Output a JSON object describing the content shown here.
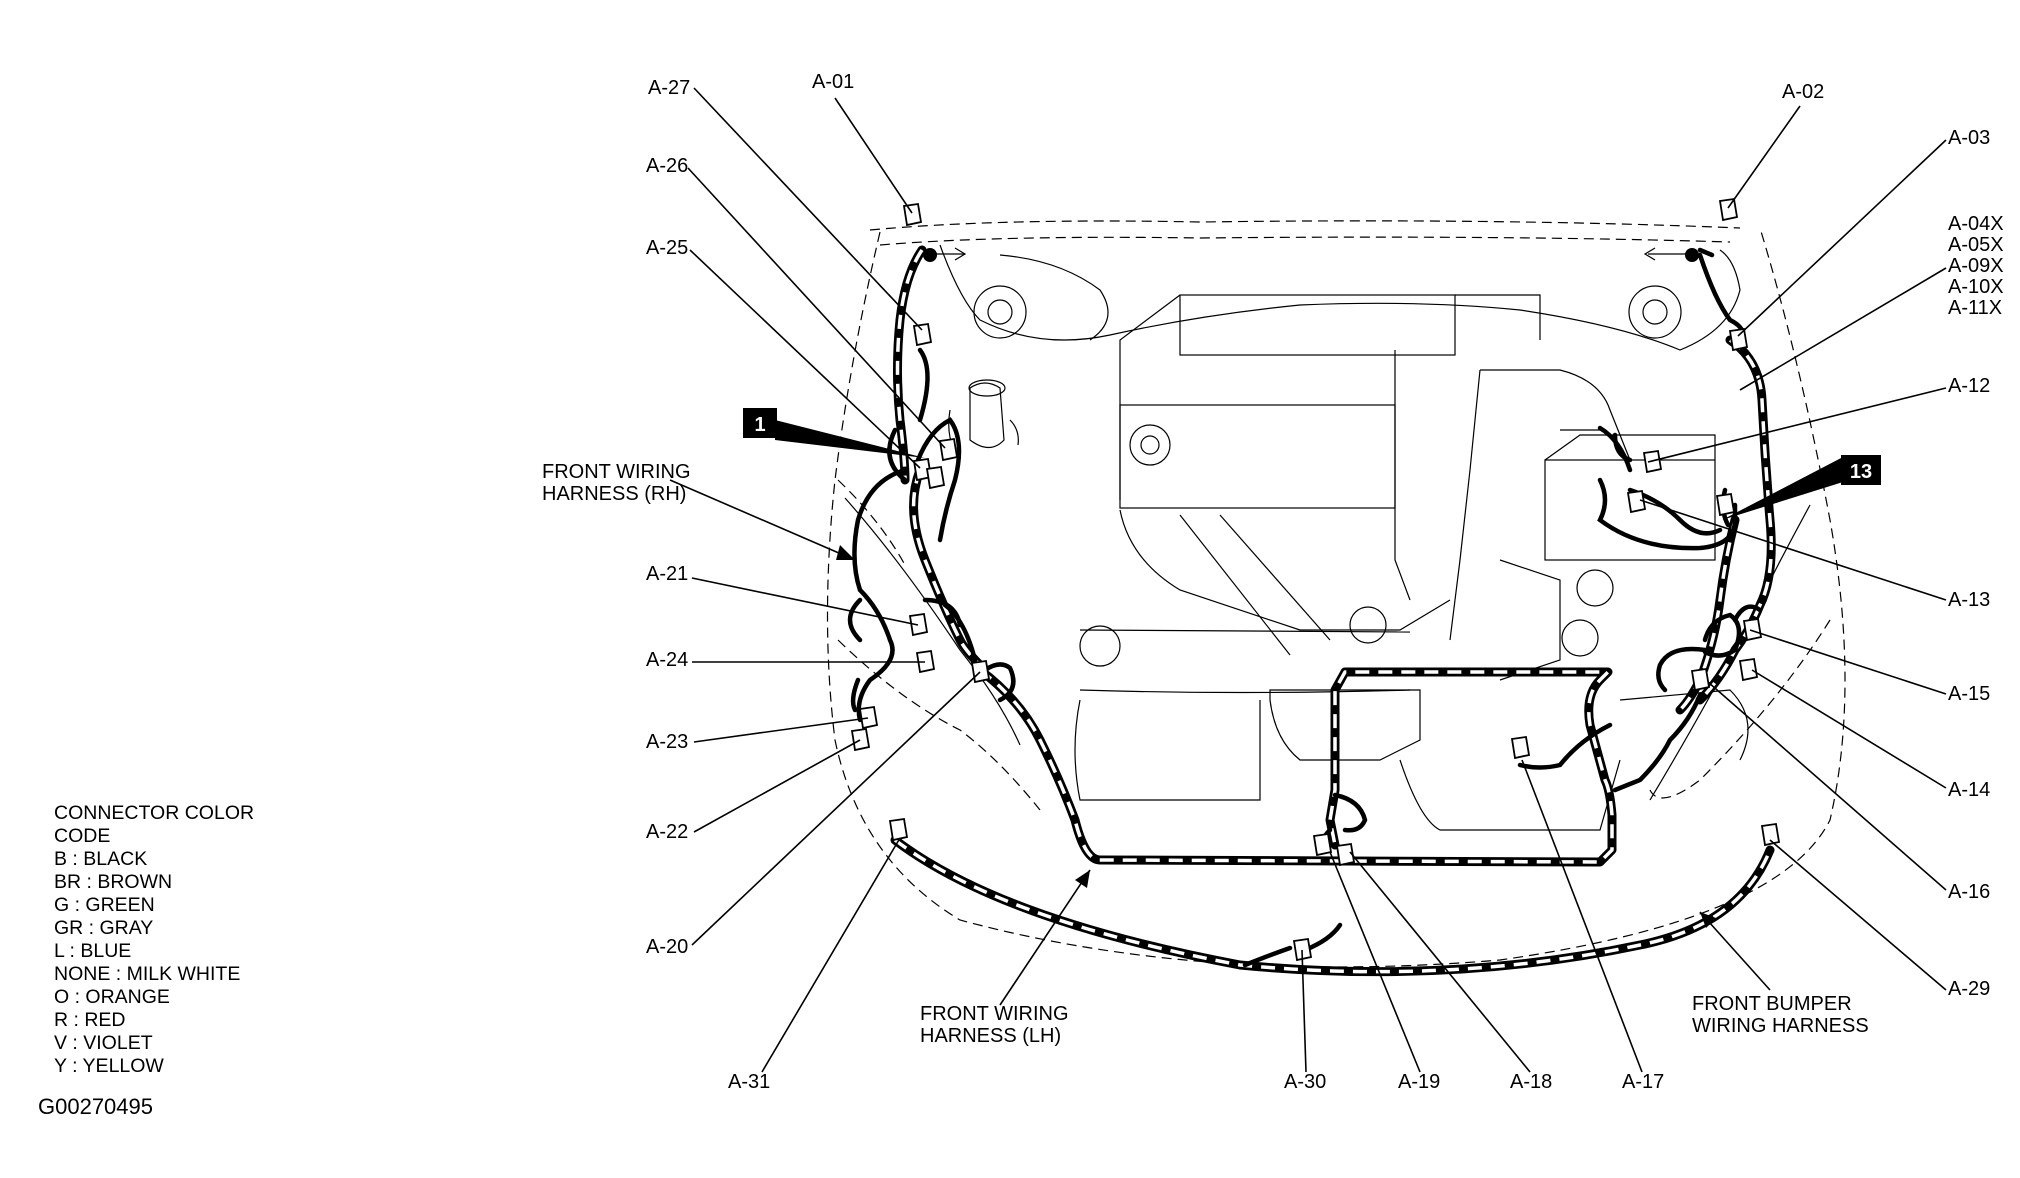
{
  "callouts": [
    "A-27",
    "A-01",
    "A-26",
    "A-25",
    "A-21",
    "A-24",
    "A-23",
    "A-22",
    "A-20",
    "A-31",
    "A-02",
    "A-03",
    "A-04X",
    "A-05X",
    "A-09X",
    "A-10X",
    "A-11X",
    "A-12",
    "A-13",
    "A-15",
    "A-14",
    "A-16",
    "A-29",
    "A-30",
    "A-19",
    "A-18",
    "A-17"
  ],
  "harness_labels": {
    "front_rh": [
      "FRONT WIRING",
      "HARNESS (RH)"
    ],
    "front_lh": [
      "FRONT WIRING",
      "HARNESS (LH)"
    ],
    "bumper": [
      "FRONT BUMPER",
      "WIRING HARNESS"
    ]
  },
  "badges": [
    "1",
    "13"
  ],
  "legend": {
    "title": [
      "CONNECTOR COLOR",
      "CODE"
    ],
    "entries": [
      "B : BLACK",
      "BR : BROWN",
      "G : GREEN",
      "GR : GRAY",
      "L : BLUE",
      "NONE : MILK WHITE",
      "O : ORANGE",
      "R : RED",
      "V : VIOLET",
      "Y : YELLOW"
    ]
  },
  "figure_id": "G00270495"
}
